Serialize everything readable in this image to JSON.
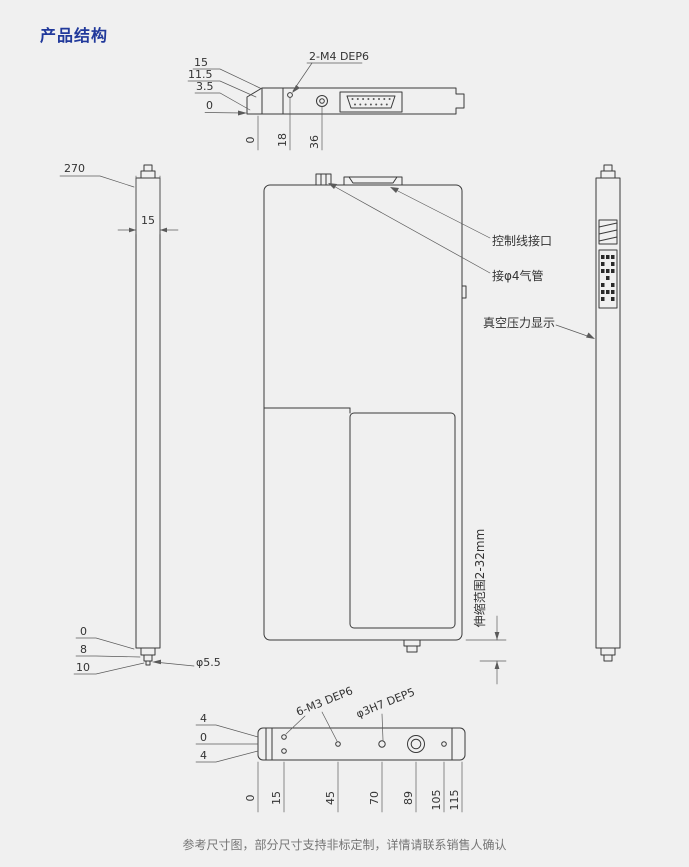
{
  "page": {
    "title": "产品结构",
    "footer": "参考尺寸图，部分尺寸支持非标定制，详情请联系销售人确认"
  },
  "top_view": {
    "hole_label": "2-M4 DEP6",
    "left_dims": [
      "15",
      "11.5",
      "3.5",
      "0"
    ],
    "bottom_dims": [
      "0",
      "18",
      "36"
    ]
  },
  "left_view": {
    "height_dim": "270",
    "width_dim": "15",
    "bottom_dims": [
      "0",
      "8",
      "10"
    ],
    "tip_diameter": "φ5.5"
  },
  "front_view": {
    "callout_connector": "控制线接口",
    "callout_air": "接φ4气管",
    "callout_display": "真空压力显示",
    "range_label": "伸缩范围2-32mm"
  },
  "bottom_view": {
    "thread_label": "6-M3 DEP6",
    "dowel_label": "φ3H7 DEP5",
    "left_dims": [
      "4",
      "0",
      "4"
    ],
    "bottom_dims": [
      "0",
      "15",
      "45",
      "70",
      "89",
      "105",
      "115"
    ]
  }
}
